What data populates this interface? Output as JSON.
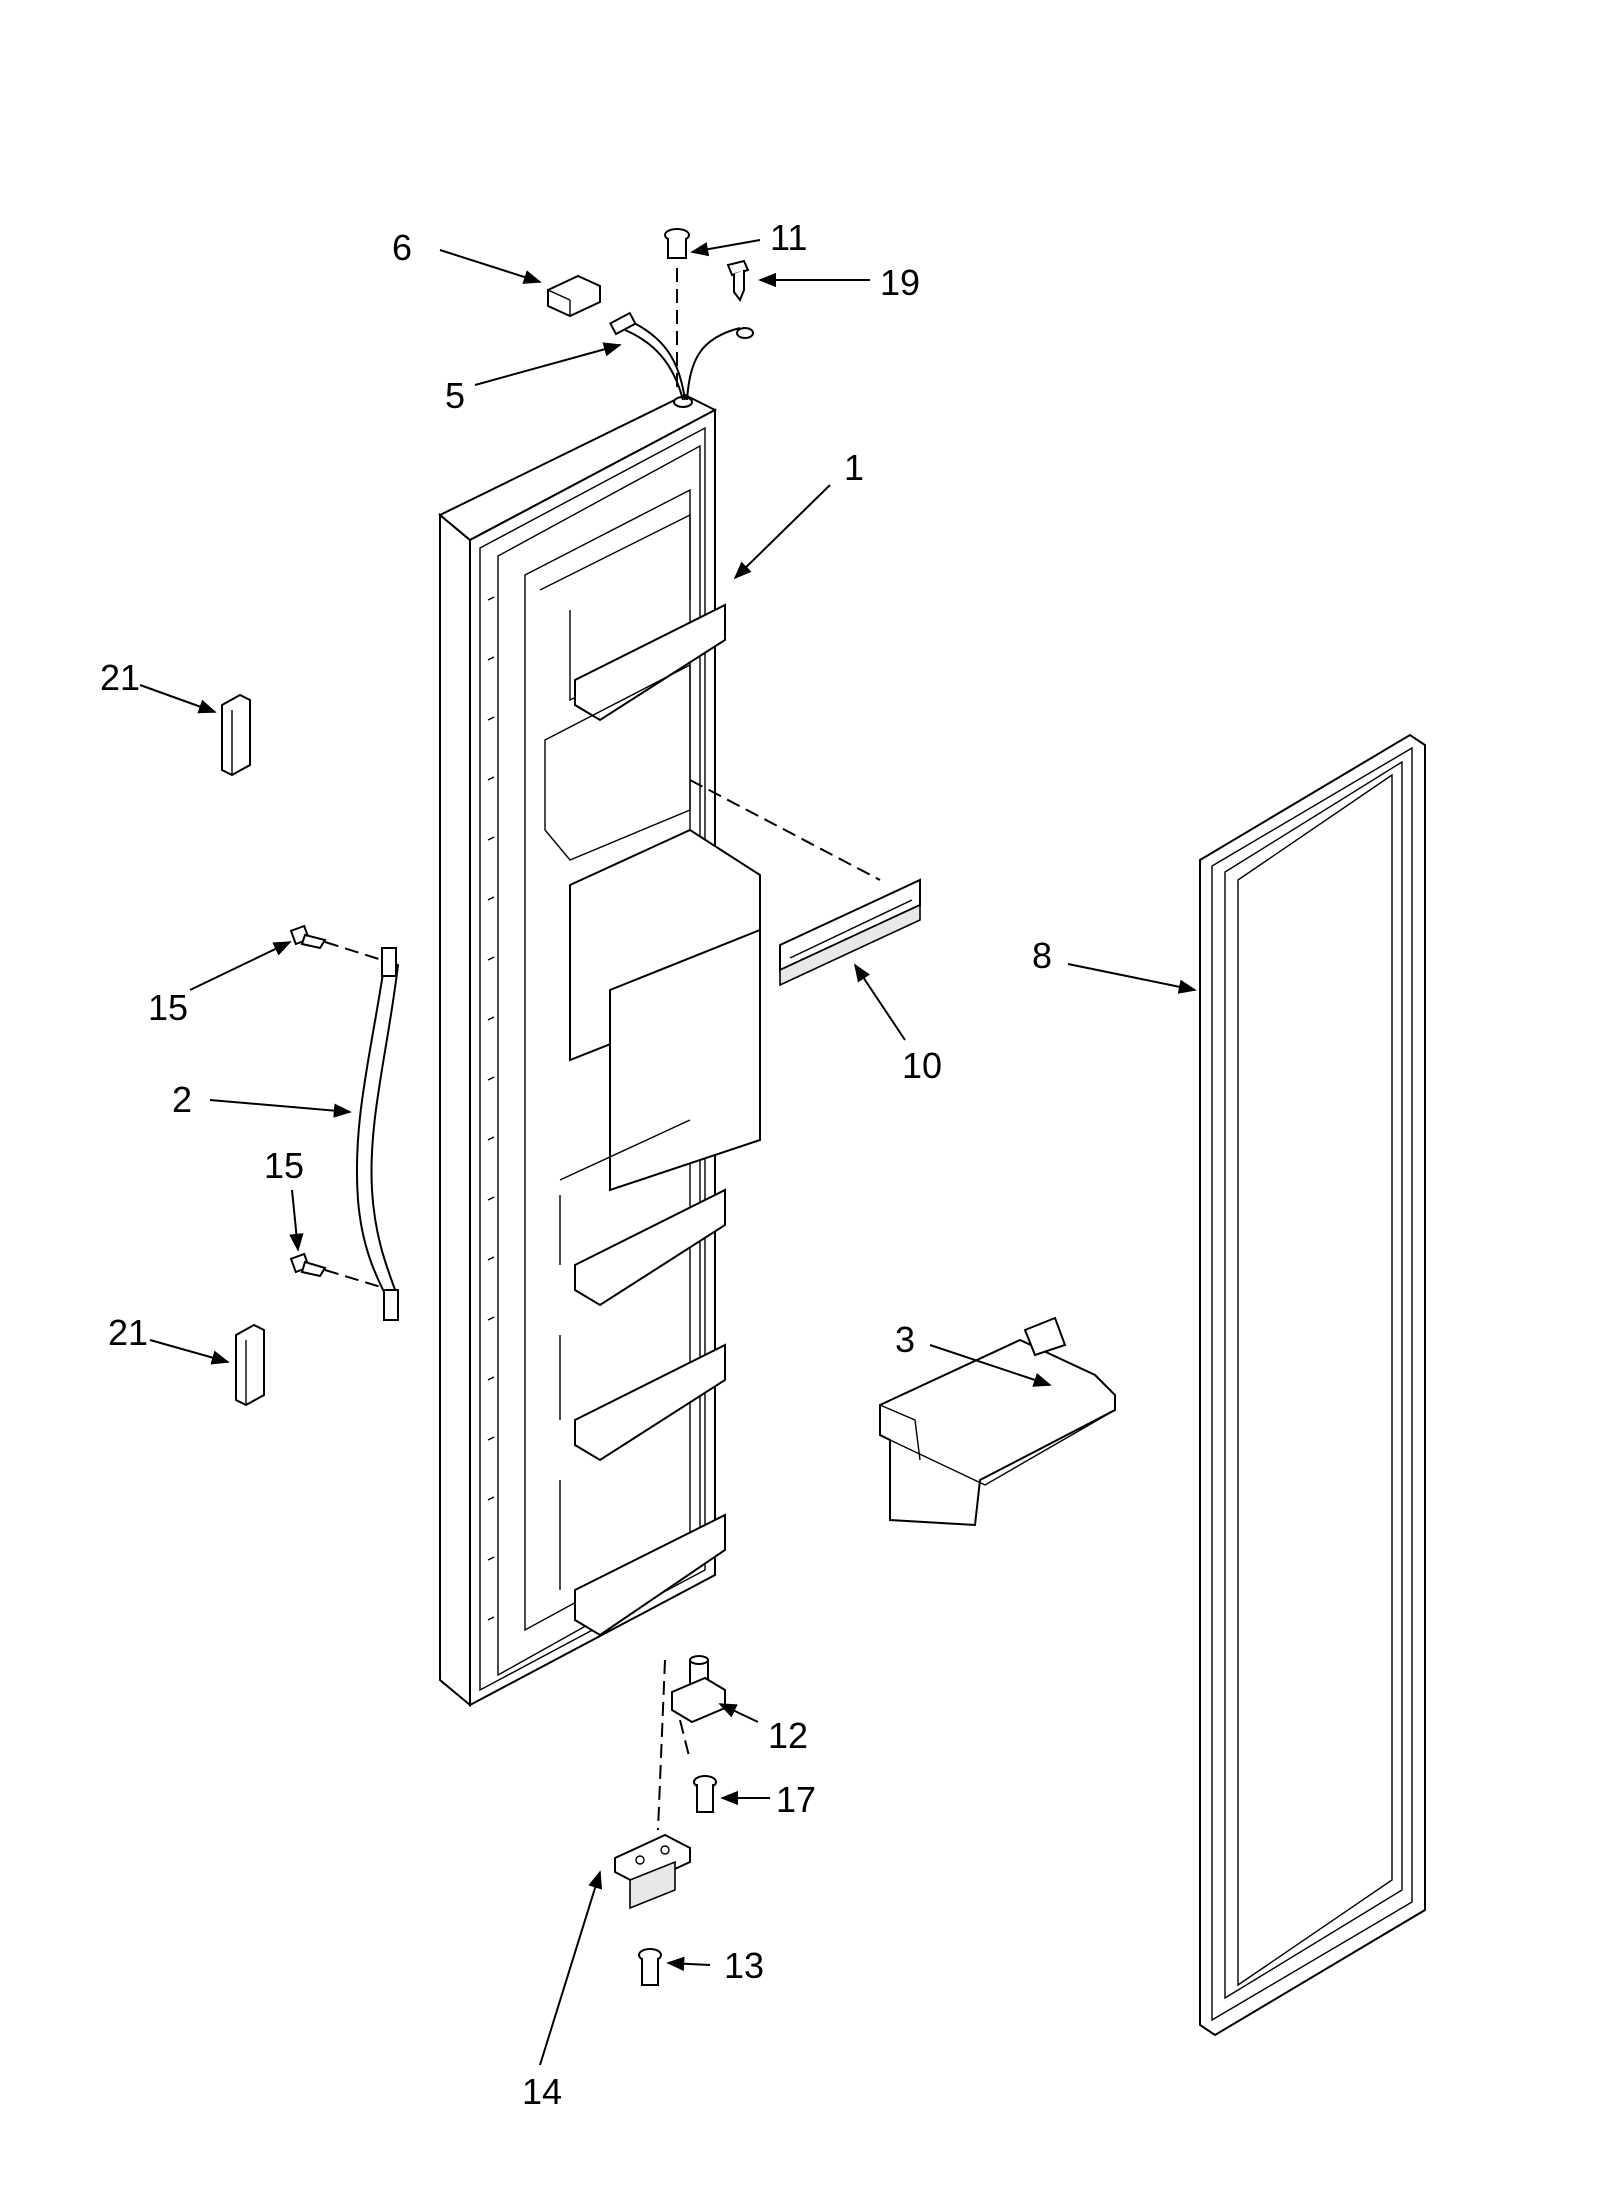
{
  "callouts": [
    {
      "id": "c6",
      "text": "6"
    },
    {
      "id": "c11",
      "text": "11"
    },
    {
      "id": "c19",
      "text": "19"
    },
    {
      "id": "c5",
      "text": "5"
    },
    {
      "id": "c1",
      "text": "1"
    },
    {
      "id": "c21a",
      "text": "21"
    },
    {
      "id": "c15a",
      "text": "15"
    },
    {
      "id": "c2",
      "text": "2"
    },
    {
      "id": "c15b",
      "text": "15"
    },
    {
      "id": "c21b",
      "text": "21"
    },
    {
      "id": "c10",
      "text": "10"
    },
    {
      "id": "c8",
      "text": "8"
    },
    {
      "id": "c3",
      "text": "3"
    },
    {
      "id": "c12",
      "text": "12"
    },
    {
      "id": "c17",
      "text": "17"
    },
    {
      "id": "c13",
      "text": "13"
    },
    {
      "id": "c14",
      "text": "14"
    }
  ]
}
